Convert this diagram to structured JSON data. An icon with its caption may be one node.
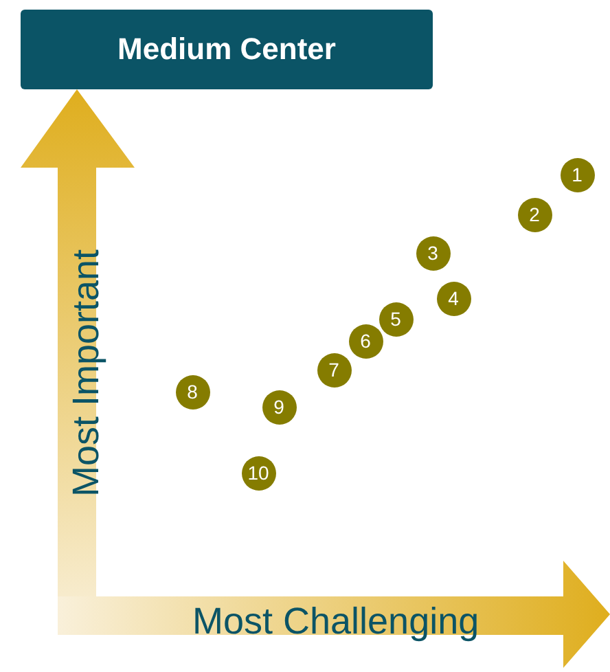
{
  "diagram": {
    "nodes": [
      {
        "text": [
          "Medium Center"
        ]
      },
      {
        "text": [
          "1"
        ]
      },
      {
        "text": [
          "2"
        ]
      },
      {
        "text": [
          "3"
        ]
      },
      {
        "text": [
          "4"
        ]
      },
      {
        "text": [
          "5"
        ]
      },
      {
        "text": [
          "6"
        ]
      },
      {
        "text": [
          "7"
        ]
      },
      {
        "text": [
          "8"
        ]
      },
      {
        "text": [
          "9"
        ]
      },
      {
        "text": [
          "10"
        ]
      }
    ],
    "edges": [],
    "labels": [
      "Most Important",
      "Most Challenging"
    ]
  }
}
